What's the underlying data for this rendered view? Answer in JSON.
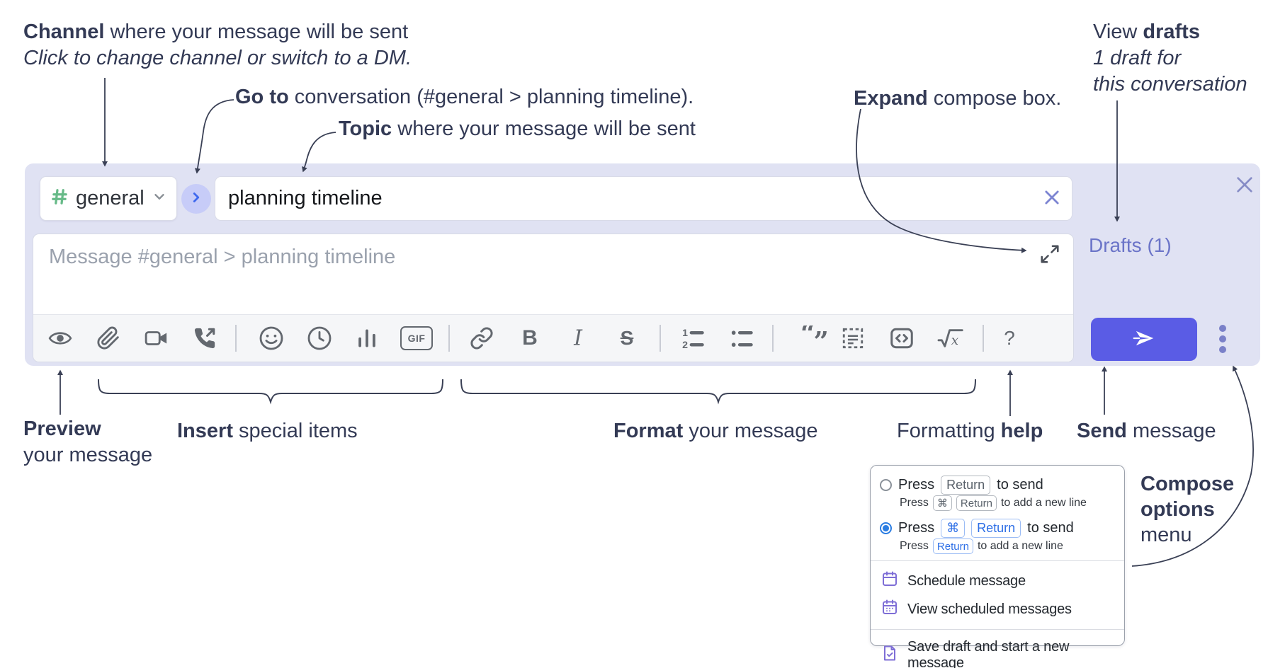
{
  "annotations": {
    "channel": {
      "bold": "Channel",
      "rest": " where your message will be sent",
      "line2": "Click to change channel or switch to a DM."
    },
    "goto": {
      "bold": "Go to",
      "rest": " conversation (#general > planning timeline)."
    },
    "topic": {
      "bold": "Topic",
      "rest": " where your message will be sent"
    },
    "expand": {
      "bold": "Expand",
      "rest": " compose box."
    },
    "drafts": {
      "line1_pre": "View ",
      "line1_bold": "drafts",
      "line2": "1 draft for",
      "line3": "this conversation"
    },
    "preview": {
      "bold": "Preview",
      "line2": "your message"
    },
    "insert": {
      "bold": "Insert",
      "rest": " special items"
    },
    "format": {
      "bold": "Format",
      "rest": " your message"
    },
    "fmt_help": {
      "pre": "Formatting ",
      "bold": "help"
    },
    "send": {
      "bold": "Send",
      "rest": " message"
    },
    "compose_menu": {
      "line1": "Compose",
      "line2": "options",
      "line3": "menu"
    }
  },
  "compose": {
    "channel_name": "general",
    "topic_value": "planning timeline",
    "message_placeholder": "Message #general > planning timeline",
    "drafts_label": "Drafts (1)"
  },
  "toolbar": {
    "gif_label": "GIF",
    "bold_label": "B",
    "italic_label": "I",
    "strike_label": "S",
    "help_label": "?",
    "icons": [
      "preview-eye",
      "attach-paperclip",
      "video-call",
      "audio-call",
      "emoji",
      "time",
      "poll",
      "gif",
      "link",
      "bold",
      "italic",
      "strikethrough",
      "numbered-list",
      "bulleted-list",
      "quote",
      "spoiler",
      "code",
      "math",
      "help"
    ]
  },
  "popup": {
    "option1": {
      "pre": "Press",
      "key1": "Return",
      "post": "to send",
      "sub_pre": "Press",
      "sub_key1": "⌘",
      "sub_key2": "Return",
      "sub_post": "to add a new line"
    },
    "option2": {
      "pre": "Press",
      "key1": "⌘",
      "key2": "Return",
      "post": "to send",
      "sub_pre": "Press",
      "sub_key1": "Return",
      "sub_post": "to add a new line"
    },
    "items": [
      {
        "label": "Schedule message"
      },
      {
        "label": "View scheduled messages"
      },
      {
        "label": "Save draft and start a new message"
      }
    ]
  },
  "colors": {
    "container_bg": "#e0e2f3",
    "send_button": "#5a5ce5",
    "drafts_link": "#6b74c8",
    "hash_green": "#67ba88",
    "go_chevron_blue": "#3e68ee",
    "radio_selected_blue": "#2b7de2",
    "popup_icon_purple": "#7e6ed6",
    "toolbar_icon_gray": "#63686f",
    "annotation_text": "#333a55"
  }
}
